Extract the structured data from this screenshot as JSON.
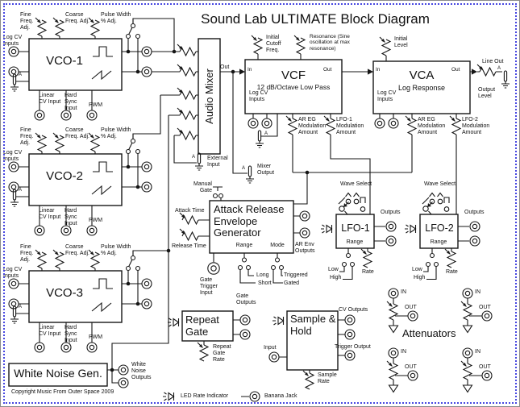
{
  "title": "Sound Lab ULTIMATE Block Diagram",
  "copyright": "Copyright Music From Outer Space 2009",
  "colors": {
    "line": "#161616",
    "border_dotted": "#4646e0",
    "background": "#ffffff"
  },
  "vcos": {
    "names": [
      "VCO-1",
      "VCO-2",
      "VCO-3"
    ],
    "fine": "Fine Freq. Adj.",
    "coarse": "Coarse Freq. Adj.",
    "pulse": "Pulse Width % Adj.",
    "log_cv": "Log CV Inputs",
    "linear": "Linear CV Input",
    "hard_sync": "Hard Sync Input",
    "pwm": "PWM"
  },
  "mixer": {
    "name": "Audio Mixer",
    "out": "Out",
    "external_input": "External Input",
    "mixer_output": "Mixer Output"
  },
  "vcf": {
    "name": "VCF",
    "subtitle": "12 dB/Octave Low Pass",
    "in": "In",
    "out": "Out",
    "log_cv": "Log CV Inputs",
    "initial_cutoff": "Initial Cutoff Freq.",
    "resonance": "Resonance (Sine oscillation at max resonance)",
    "ar_mod": "AR EG Modulation Amount",
    "lfo_mod": "LFO-1 Modulation Amount"
  },
  "vca": {
    "name": "VCA",
    "subtitle": "Log Response",
    "in": "In",
    "out": "Out",
    "log_cv": "Log CV Inputs",
    "initial_level": "Initial Level",
    "ar_mod": "AR EG Modulation Amount",
    "lfo_mod": "LFO-2 Modulation Amount",
    "output_level": "Output Level",
    "line_out": "Line Out"
  },
  "envelope": {
    "name": "Attack Release Envelope Generator",
    "manual_gate": "Manual Gate",
    "attack": "Attack Time",
    "release": "Release Time",
    "gate_trigger": "Gate Trigger Input",
    "range": "Range",
    "mode": "Mode",
    "long": "Long",
    "short": "Short",
    "triggered": "Triggered",
    "gated": "Gated",
    "outputs": "AR Env Outputs"
  },
  "lfo": {
    "names": [
      "LFO-1",
      "LFO-2"
    ],
    "wave_select": "Wave Select",
    "range": "Range",
    "low": "Low",
    "high": "High",
    "rate": "Rate",
    "outputs": "Outputs"
  },
  "repeat_gate": {
    "name": "Repeat Gate",
    "outputs": "Gate Outputs",
    "rate": "Repeat Gate Rate"
  },
  "sample_hold": {
    "name": "Sample & Hold",
    "input": "Input",
    "cv_outputs": "CV Outputs",
    "trigger_output": "Trigger Output",
    "rate": "Sample Rate"
  },
  "white_noise": {
    "name": "White Noise Gen.",
    "outputs": "White Noise Outputs"
  },
  "attenuators": {
    "title": "Attenuators",
    "in": "IN",
    "out": "OUT"
  },
  "legend": {
    "led": "LED Rate Indicator",
    "jack": "Banana Jack"
  },
  "misc": {
    "a": "A"
  },
  "icons": {
    "jack": "banana-jack",
    "big_jack": "gate-trigger-jack",
    "pot": "potentiometer",
    "ground": "ground-post",
    "led": "led-rate-indicator",
    "switch": "waveform-select-switch",
    "knob": "wave-select-knob",
    "arrow": "signal-flow-arrow"
  }
}
